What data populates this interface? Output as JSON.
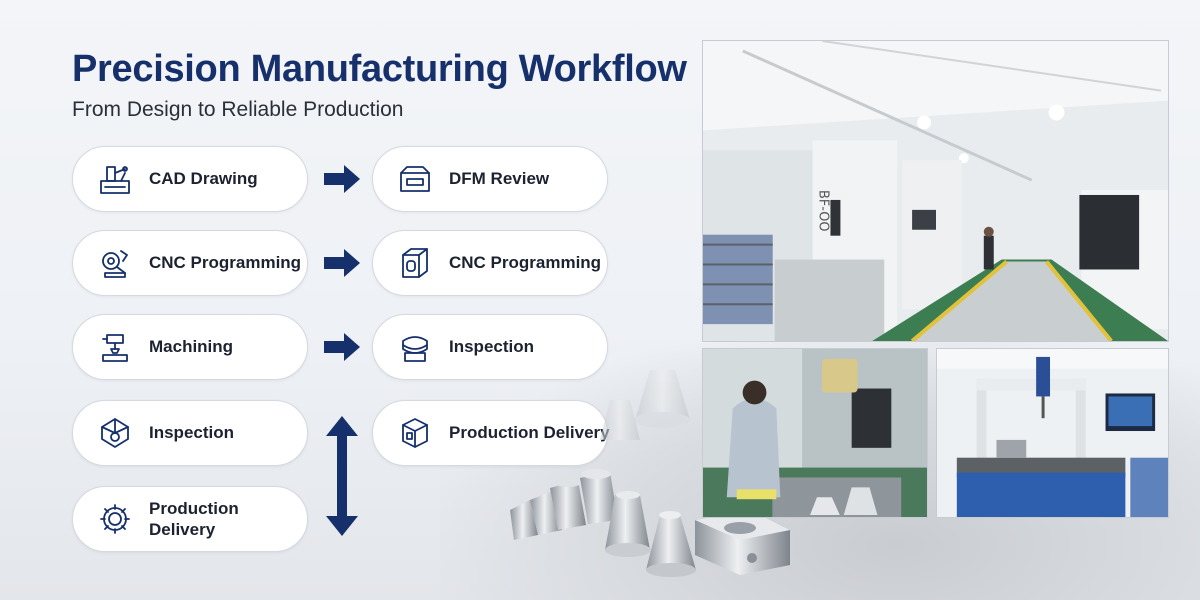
{
  "header": {
    "title": "Precision Manufacturing Workflow",
    "subtitle": "From Design to Reliable Production"
  },
  "colors": {
    "navy": "#16306b",
    "card_border": "#d5d9e0",
    "text": "#1d2230"
  },
  "workflow": {
    "left_column": [
      {
        "label": "CAD Drawing",
        "icon": "cad-drawing-icon"
      },
      {
        "label": "CNC Programming",
        "icon": "cnc-programming-icon"
      },
      {
        "label": "Machining",
        "icon": "machining-icon"
      },
      {
        "label": "Inspection",
        "icon": "inspection-icon"
      },
      {
        "label_line1": "Production",
        "label_line2": "Delivery",
        "icon": "gear-icon"
      }
    ],
    "right_column": [
      {
        "label": "DFM Review",
        "icon": "dfm-review-icon"
      },
      {
        "label": "CNC Programming",
        "icon": "cnc-machine-icon"
      },
      {
        "label": "Inspection",
        "icon": "inspection-icon"
      },
      {
        "label": "Production Delivery",
        "icon": "delivery-icon"
      }
    ]
  },
  "photos": {
    "main_sign": "BF-OO"
  }
}
